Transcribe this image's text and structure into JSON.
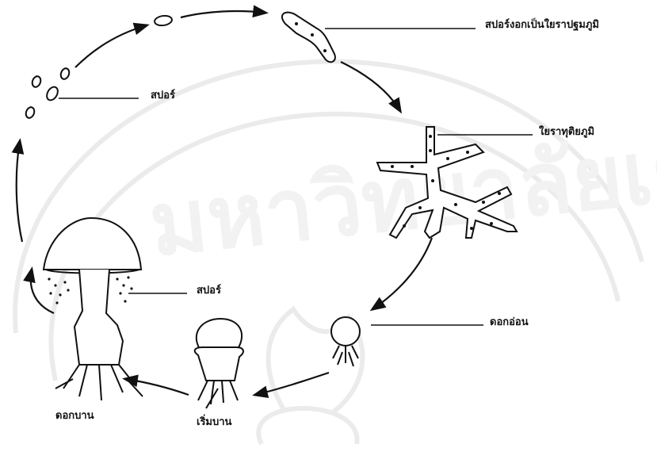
{
  "labels": {
    "germinating_spore": "สปอร์งอกเป็นใยราปฐมภูมิ",
    "secondary_hypha": "ใยราทุติยภูมิ",
    "spores_top": "สปอร์",
    "spores_cap": "สปอร์",
    "young_fruitbody": "ดอกอ่อน",
    "button_stage": "เริ่มบาน",
    "mature_fruitbody": "ดอกบาน"
  },
  "watermark": "มหาวิทยาลัยเชียงใหม่",
  "colors": {
    "ink": "#111111",
    "watermark": "#e4e4e4",
    "background": "#ffffff"
  }
}
